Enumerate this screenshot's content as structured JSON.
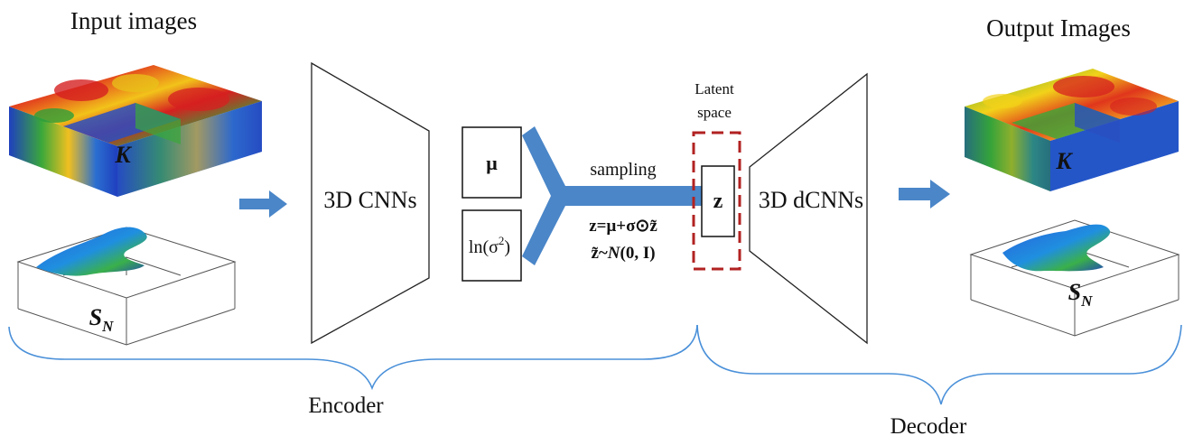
{
  "input_images_label": "Input images",
  "output_images_label": "Output Images",
  "input_k_label": "K",
  "input_sn_label": "S",
  "input_sn_sub": "N",
  "output_k_label": "K",
  "output_sn_label": "S",
  "output_sn_sub": "N",
  "encoder_block_label": "3D CNNs",
  "decoder_block_label": "3D dCNNs",
  "mu_label": "μ",
  "logvar_label": "ln(σ",
  "logvar_sup": "2",
  "logvar_close": ")",
  "sampling_label": "sampling",
  "eq1": "z=μ+σ⊙z̃",
  "eq2_prefix": "z̃~",
  "eq2_n": "N",
  "eq2_suffix": "(0, I)",
  "latent_line1": "Latent",
  "latent_line2": "space",
  "z_label": "z",
  "encoder_label": "Encoder",
  "decoder_label": "Decoder",
  "colors": {
    "arrow_blue": "#4a86c8",
    "latent_box_red": "#b22222",
    "brace_blue": "#4a90d9",
    "heat_red": "#d62020",
    "heat_yellow": "#f2d21a",
    "heat_green": "#3aa83a",
    "heat_blue": "#1f3fbf"
  }
}
